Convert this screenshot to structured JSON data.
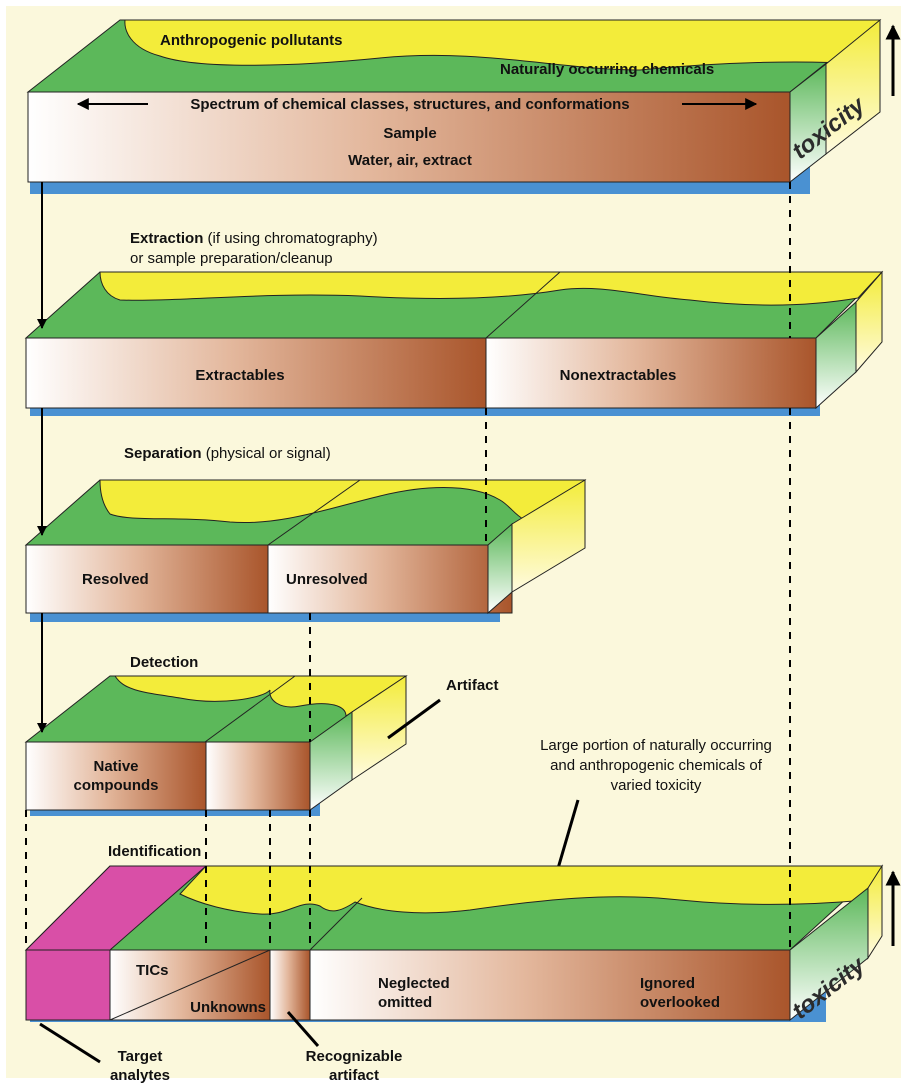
{
  "colors": {
    "background": "#fbf8dc",
    "toxic_yellow": "#f3ec3a",
    "natural_green": "#5cb85a",
    "brown": "#a9552b",
    "pink": "#d94fa7",
    "shadow_blue": "#2a7fd0"
  },
  "top": {
    "anthropogenic": "Anthropogenic pollutants",
    "natural": "Naturally occurring chemicals",
    "spectrum": "Spectrum of chemical classes, structures, and conformations",
    "sample": "Sample",
    "matrix": "Water, air, extract",
    "toxicity": "toxicity"
  },
  "extraction": {
    "heading_bold": "Extraction",
    "heading_rest": " (if using chromatography)",
    "heading_line2": "or sample preparation/cleanup",
    "extractables": "Extractables",
    "nonextractables": "Nonextractables"
  },
  "separation": {
    "heading_bold": "Separation",
    "heading_rest": " (physical or signal)",
    "resolved": "Resolved",
    "unresolved": "Unresolved"
  },
  "detection": {
    "heading": "Detection",
    "native_line1": "Native",
    "native_line2": "compounds",
    "artifact": "Artifact"
  },
  "note": {
    "line1": "Large portion of naturally occurring",
    "line2": "and anthropogenic chemicals of",
    "line3": "varied toxicity"
  },
  "identification": {
    "heading": "Identification",
    "tics": "TICs",
    "unknowns": "Unknowns",
    "neglected": "Neglected",
    "omitted": "omitted",
    "ignored": "Ignored",
    "overlooked": "overlooked",
    "toxicity": "toxicity",
    "target_line1": "Target",
    "target_line2": "analytes",
    "recog_line1": "Recognizable",
    "recog_line2": "artifact"
  }
}
